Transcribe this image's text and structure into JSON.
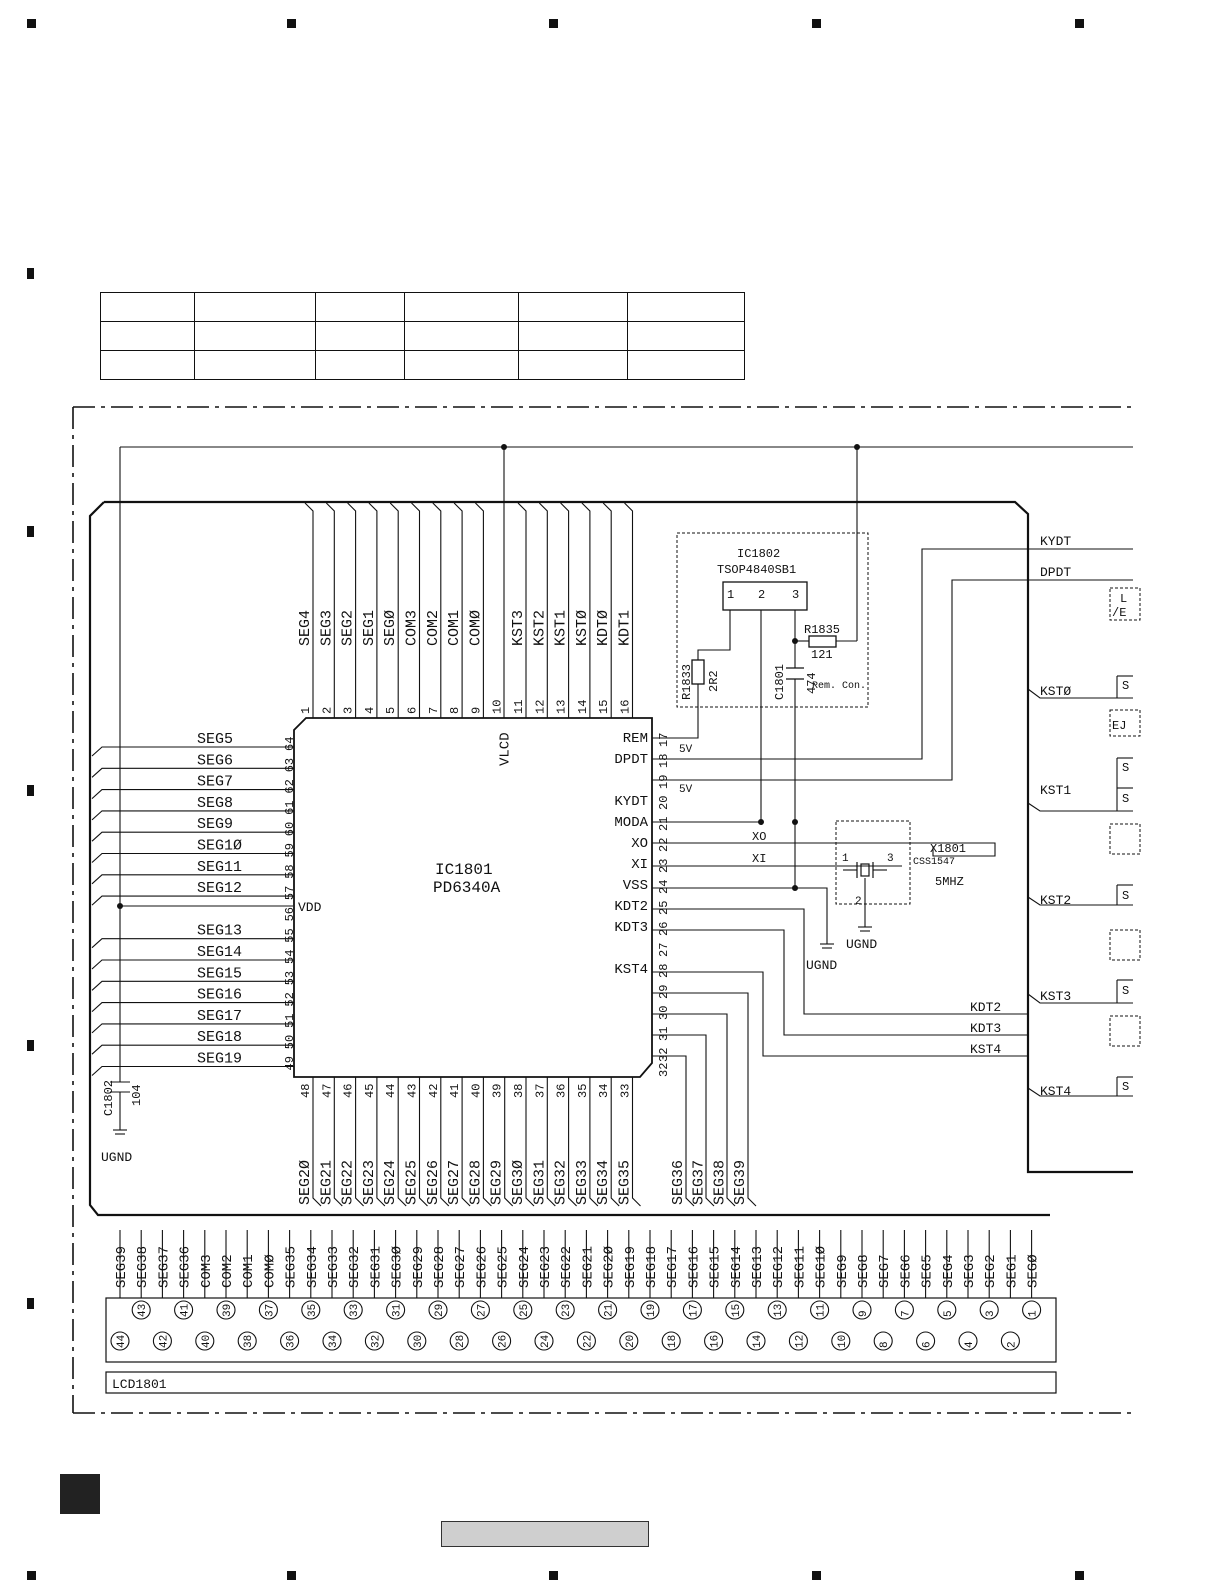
{
  "ic1801": {
    "ref": "IC1801",
    "part": "PD6340A"
  },
  "ic1802": {
    "ref": "IC1802",
    "part": "TSOP4840SB1",
    "note": "Rem. Con.",
    "pins": [
      "1",
      "2",
      "3"
    ]
  },
  "x1801": {
    "ref": "X1801",
    "part": "CSS1547",
    "freq": "5MHZ",
    "pins": [
      "1",
      "3",
      "2"
    ]
  },
  "r1833": {
    "ref": "R1833",
    "value": "2R2"
  },
  "r1835": {
    "ref": "R1835",
    "value": "121"
  },
  "c1801": {
    "ref": "C1801",
    "value": "474"
  },
  "c1802": {
    "ref": "C1802",
    "value": "104"
  },
  "lcd": {
    "ref": "LCD1801"
  },
  "vdd_label": "VDD",
  "ugnd": "UGND",
  "xo_net": "XO",
  "xi_net": "XI",
  "v5": "5V",
  "top_pins": [
    {
      "n": "1",
      "s": "SEG4"
    },
    {
      "n": "2",
      "s": "SEG3"
    },
    {
      "n": "3",
      "s": "SEG2"
    },
    {
      "n": "4",
      "s": "SEG1"
    },
    {
      "n": "5",
      "s": "SEGØ"
    },
    {
      "n": "6",
      "s": "COM3"
    },
    {
      "n": "7",
      "s": "COM2"
    },
    {
      "n": "8",
      "s": "COM1"
    },
    {
      "n": "9",
      "s": "COMØ"
    },
    {
      "n": "10",
      "s": "VLCD"
    },
    {
      "n": "11",
      "s": "KST3"
    },
    {
      "n": "12",
      "s": "KST2"
    },
    {
      "n": "13",
      "s": "KST1"
    },
    {
      "n": "14",
      "s": "KSTØ"
    },
    {
      "n": "15",
      "s": "KDTØ"
    },
    {
      "n": "16",
      "s": "KDT1"
    }
  ],
  "left_pins": [
    {
      "n": "64",
      "s": "SEG5"
    },
    {
      "n": "63",
      "s": "SEG6"
    },
    {
      "n": "62",
      "s": "SEG7"
    },
    {
      "n": "61",
      "s": "SEG8"
    },
    {
      "n": "60",
      "s": "SEG9"
    },
    {
      "n": "59",
      "s": "SEG1Ø"
    },
    {
      "n": "58",
      "s": "SEG11"
    },
    {
      "n": "57",
      "s": "SEG12"
    },
    {
      "n": "56",
      "s": "VDD"
    },
    {
      "n": "55",
      "s": "SEG13"
    },
    {
      "n": "54",
      "s": "SEG14"
    },
    {
      "n": "53",
      "s": "SEG15"
    },
    {
      "n": "52",
      "s": "SEG16"
    },
    {
      "n": "51",
      "s": "SEG17"
    },
    {
      "n": "50",
      "s": "SEG18"
    },
    {
      "n": "49",
      "s": "SEG19"
    }
  ],
  "right_pins": [
    {
      "n": "17",
      "s": "REM"
    },
    {
      "n": "18",
      "s": "DPDT"
    },
    {
      "n": "19",
      "s": ""
    },
    {
      "n": "20",
      "s": "KYDT"
    },
    {
      "n": "21",
      "s": "MODA"
    },
    {
      "n": "22",
      "s": "XO"
    },
    {
      "n": "23",
      "s": "XI"
    },
    {
      "n": "24",
      "s": "VSS"
    },
    {
      "n": "25",
      "s": "KDT2"
    },
    {
      "n": "26",
      "s": "KDT3"
    },
    {
      "n": "27",
      "s": ""
    },
    {
      "n": "28",
      "s": "KST4"
    },
    {
      "n": "29",
      "s": ""
    },
    {
      "n": "30",
      "s": ""
    },
    {
      "n": "31",
      "s": ""
    },
    {
      "n": "32",
      "s": ""
    }
  ],
  "bottom_pins": [
    {
      "n": "48",
      "s": "SEG2Ø"
    },
    {
      "n": "47",
      "s": "SEG21"
    },
    {
      "n": "46",
      "s": "SEG22"
    },
    {
      "n": "45",
      "s": "SEG23"
    },
    {
      "n": "44",
      "s": "SEG24"
    },
    {
      "n": "43",
      "s": "SEG25"
    },
    {
      "n": "42",
      "s": "SEG26"
    },
    {
      "n": "41",
      "s": "SEG27"
    },
    {
      "n": "40",
      "s": "SEG28"
    },
    {
      "n": "39",
      "s": "SEG29"
    },
    {
      "n": "38",
      "s": "SEG3Ø"
    },
    {
      "n": "37",
      "s": "SEG31"
    },
    {
      "n": "36",
      "s": "SEG32"
    },
    {
      "n": "35",
      "s": "SEG33"
    },
    {
      "n": "34",
      "s": "SEG34"
    },
    {
      "n": "33",
      "s": "SEG35"
    },
    {
      "n": "32",
      "s": "SEG36"
    },
    {
      "n": "31",
      "s": "SEG37"
    },
    {
      "n": "30",
      "s": "SEG38"
    },
    {
      "n": "29",
      "s": "SEG39"
    }
  ],
  "lcd_pins": [
    {
      "n": "44",
      "s": "SEG39"
    },
    {
      "n": "43",
      "s": "SEG38"
    },
    {
      "n": "42",
      "s": "SEG37"
    },
    {
      "n": "41",
      "s": "SEG36"
    },
    {
      "n": "40",
      "s": "COM3"
    },
    {
      "n": "39",
      "s": "COM2"
    },
    {
      "n": "38",
      "s": "COM1"
    },
    {
      "n": "37",
      "s": "COMØ"
    },
    {
      "n": "36",
      "s": "SEG35"
    },
    {
      "n": "35",
      "s": "SEG34"
    },
    {
      "n": "34",
      "s": "SEG33"
    },
    {
      "n": "33",
      "s": "SEG32"
    },
    {
      "n": "32",
      "s": "SEG31"
    },
    {
      "n": "31",
      "s": "SEG3Ø"
    },
    {
      "n": "30",
      "s": "SEG29"
    },
    {
      "n": "29",
      "s": "SEG28"
    },
    {
      "n": "28",
      "s": "SEG27"
    },
    {
      "n": "27",
      "s": "SEG26"
    },
    {
      "n": "26",
      "s": "SEG25"
    },
    {
      "n": "25",
      "s": "SEG24"
    },
    {
      "n": "24",
      "s": "SEG23"
    },
    {
      "n": "23",
      "s": "SEG22"
    },
    {
      "n": "22",
      "s": "SEG21"
    },
    {
      "n": "21",
      "s": "SEG2Ø"
    },
    {
      "n": "20",
      "s": "SEG19"
    },
    {
      "n": "19",
      "s": "SEG18"
    },
    {
      "n": "18",
      "s": "SEG17"
    },
    {
      "n": "17",
      "s": "SEG16"
    },
    {
      "n": "16",
      "s": "SEG15"
    },
    {
      "n": "15",
      "s": "SEG14"
    },
    {
      "n": "14",
      "s": "SEG13"
    },
    {
      "n": "13",
      "s": "SEG12"
    },
    {
      "n": "12",
      "s": "SEG11"
    },
    {
      "n": "11",
      "s": "SEG1Ø"
    },
    {
      "n": "10",
      "s": "SEG9"
    },
    {
      "n": "9",
      "s": "SEG8"
    },
    {
      "n": "8",
      "s": "SEG7"
    },
    {
      "n": "7",
      "s": "SEG6"
    },
    {
      "n": "6",
      "s": "SEG5"
    },
    {
      "n": "5",
      "s": "SEG4"
    },
    {
      "n": "4",
      "s": "SEG3"
    },
    {
      "n": "3",
      "s": "SEG2"
    },
    {
      "n": "2",
      "s": "SEG1"
    },
    {
      "n": "1",
      "s": "SEGØ"
    }
  ],
  "right_nets": {
    "kydt": "KYDT",
    "dpdt": "DPDT",
    "kst0": "KSTØ",
    "kst1": "KST1",
    "kst2": "KST2",
    "kst3": "KST3",
    "kst4": "KST4",
    "kdt2": "KDT2",
    "kdt3": "KDT3",
    "kst4_bus": "KST4"
  },
  "right_partial": [
    "L",
    "/E",
    "S",
    "EJ",
    "S",
    "S",
    "S",
    "S",
    "S"
  ]
}
